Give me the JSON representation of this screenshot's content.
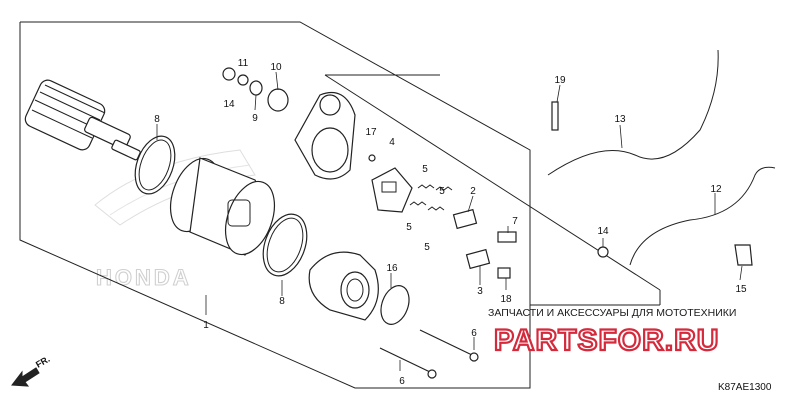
{
  "callouts": {
    "c1": "1",
    "c2": "2",
    "c3": "3",
    "c4": "4",
    "c5a": "5",
    "c5b": "5",
    "c5c": "5",
    "c5d": "5",
    "c6a": "6",
    "c6b": "6",
    "c7": "7",
    "c8a": "8",
    "c8b": "8",
    "c9": "9",
    "c10": "10",
    "c11": "11",
    "c12": "12",
    "c13": "13",
    "c14a": "14",
    "c14b": "14",
    "c15": "15",
    "c16": "16",
    "c17": "17",
    "c18": "18",
    "c19": "19"
  },
  "direction_label": "FR.",
  "diagram_code": "K87AE1300",
  "shop_banner": "ЗАПЧАСТИ И АКСЕССУАРЫ ДЛЯ МОТОТЕХНИКИ",
  "watermark": "PARTSFOR.RU",
  "background_logo": "HONDA"
}
